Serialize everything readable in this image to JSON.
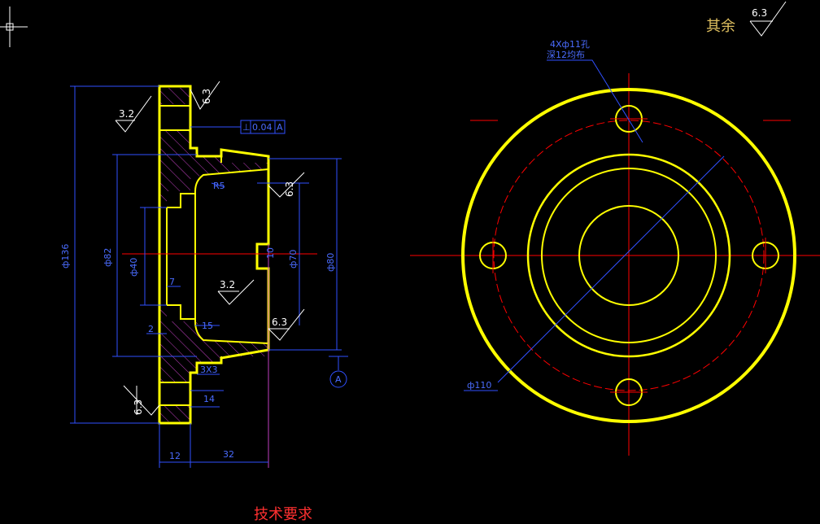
{
  "colors": {
    "background": "#000000",
    "outline": "#ffff00",
    "centerline": "#ff0000",
    "dimension": "#3050ff",
    "hatch": "#c040c0",
    "text_white": "#ffffff",
    "title_red": "#ff3030",
    "note_gold": "#e0c060"
  },
  "corner_note": {
    "label": "其余",
    "roughness": "6.3"
  },
  "section_view": {
    "roughness_marks": [
      "6.3",
      "3.2",
      "6.3",
      "3.2",
      "6.3",
      "6.3"
    ],
    "tolerance_frame": {
      "symbol": "⊥",
      "value": "0.04",
      "datum": "A"
    },
    "datum": "A",
    "diameters": [
      "ф136",
      "ф82",
      "ф40",
      "ф70",
      "ф80"
    ],
    "small_labels": [
      "R5",
      "15",
      "3X3",
      "14",
      "10",
      "7",
      "2"
    ],
    "bottom_dims": [
      "12",
      "32"
    ]
  },
  "front_view": {
    "hole_note_1": "4Xф11孔",
    "hole_note_2": "深12均布",
    "pcd_label": "ф110"
  },
  "footer": {
    "title": "技术要求"
  }
}
